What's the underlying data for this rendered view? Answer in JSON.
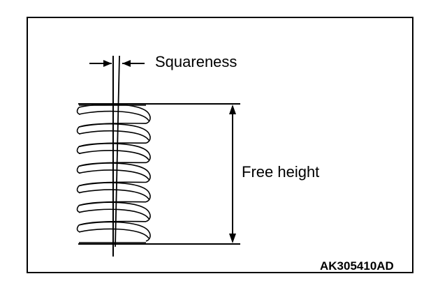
{
  "labels": {
    "squareness": "Squareness",
    "free_height": "Free height",
    "figure_code": "AK305410AD"
  },
  "colors": {
    "line": "#000000",
    "background": "#ffffff"
  }
}
